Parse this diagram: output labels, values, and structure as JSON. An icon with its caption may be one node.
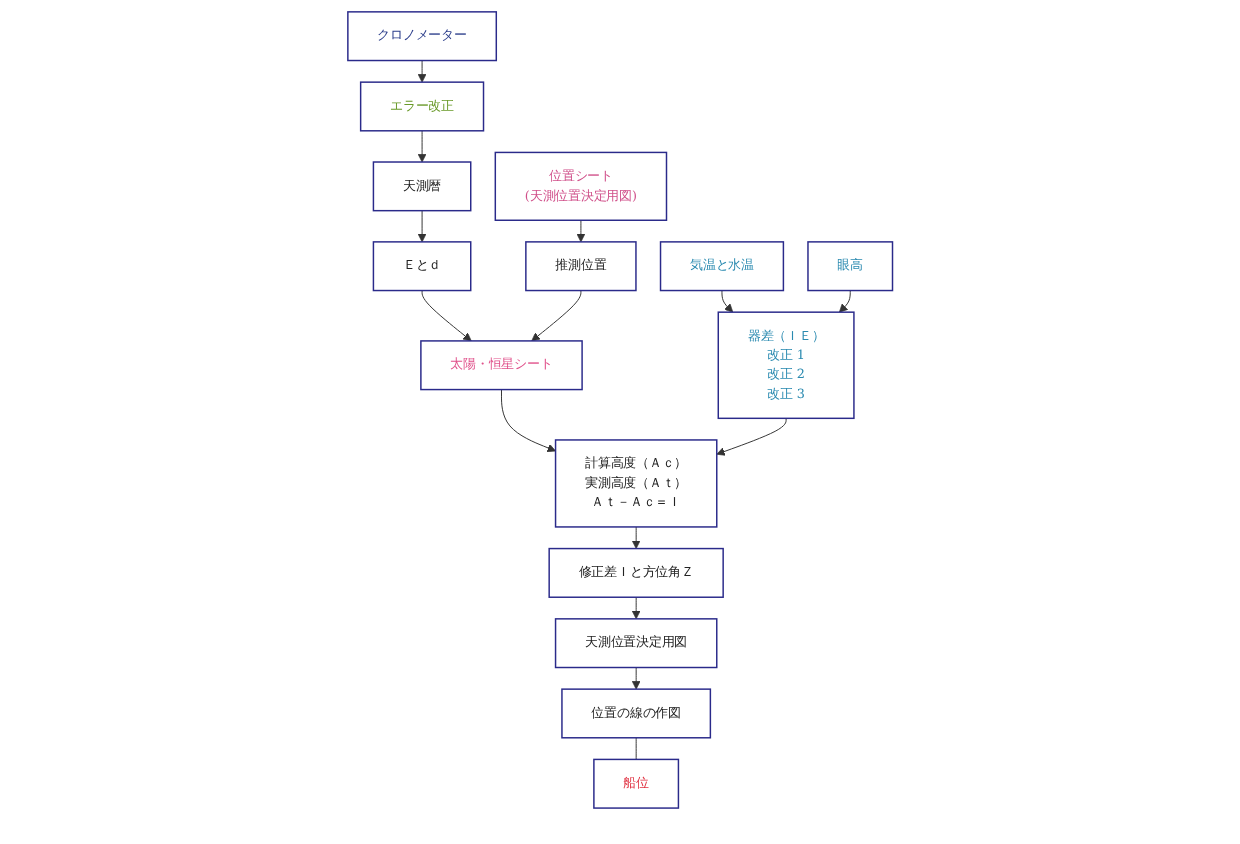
{
  "diagram": {
    "nodes": [
      {
        "text": [
          "クロノメーター"
        ]
      },
      {
        "text": [
          "エラー改正"
        ]
      },
      {
        "text": [
          "天測暦"
        ]
      },
      {
        "text": [
          "Ｅとｄ"
        ]
      },
      {
        "text": [
          "位置シート",
          "(天測位置決定用図)"
        ]
      },
      {
        "text": [
          "推測位置"
        ]
      },
      {
        "text": [
          "器差（ＩＥ）",
          "改正 1",
          "改正 2",
          "改正 3"
        ]
      },
      {
        "text": [
          "気温と水温"
        ]
      },
      {
        "text": [
          "眼高"
        ]
      },
      {
        "text": [
          "太陽・恒星シート"
        ]
      },
      {
        "text": [
          "計算高度（Ａｃ）",
          "実測高度（Ａｔ）",
          "Ａｔ－Ａｃ＝Ｉ"
        ]
      },
      {
        "text": [
          "修正差Ｉと方位角Ｚ"
        ]
      },
      {
        "text": [
          "天測位置決定用図"
        ]
      },
      {
        "text": [
          "位置の線の作図"
        ]
      },
      {
        "text": [
          "船位"
        ]
      }
    ],
    "edges": [
      {
        "from": 0,
        "to": 1,
        "arrow": "to"
      },
      {
        "from": 1,
        "to": 2,
        "arrow": "to"
      },
      {
        "from": 2,
        "to": 3,
        "arrow": "to"
      },
      {
        "from": 4,
        "to": 5,
        "arrow": "to"
      },
      {
        "from": 7,
        "to": 6,
        "arrow": "to"
      },
      {
        "from": 8,
        "to": 6,
        "arrow": "to"
      },
      {
        "from": 3,
        "to": 9,
        "arrow": "to"
      },
      {
        "from": 5,
        "to": 9,
        "arrow": "to"
      },
      {
        "from": 9,
        "to": 10,
        "arrow": "to"
      },
      {
        "from": 6,
        "to": 10,
        "arrow": "to"
      },
      {
        "from": 10,
        "to": 11,
        "arrow": "to"
      },
      {
        "from": 11,
        "to": 12,
        "arrow": "to"
      },
      {
        "from": 12,
        "to": 13,
        "arrow": "to"
      },
      {
        "from": 13,
        "to": 14,
        "arrow": "none"
      }
    ]
  }
}
